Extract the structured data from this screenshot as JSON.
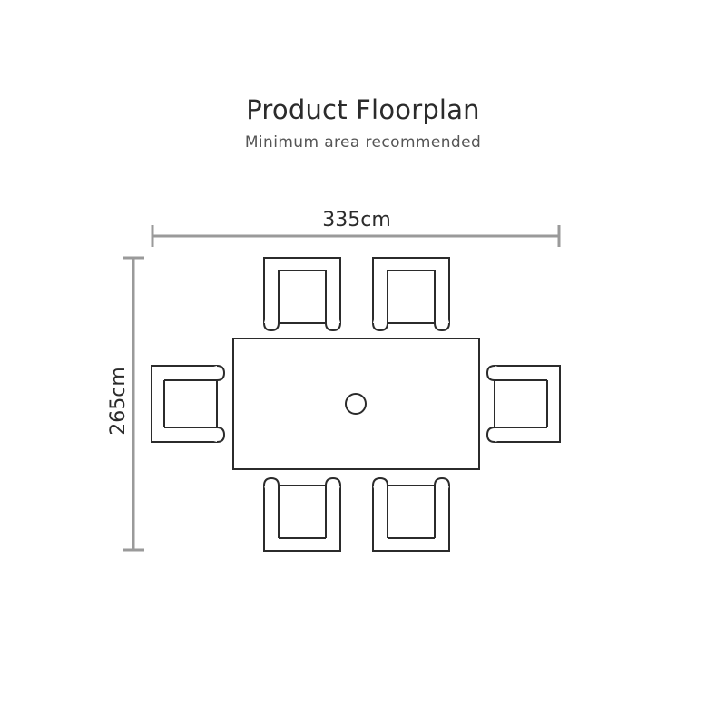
{
  "title": "Product Floorplan",
  "subtitle": "Minimum area recommended",
  "dimensions": {
    "width_label": "335cm",
    "depth_label": "265cm"
  },
  "colors": {
    "outline": "#2b2b2b",
    "dimension_line": "#9a9a9a",
    "background": "#ffffff"
  }
}
